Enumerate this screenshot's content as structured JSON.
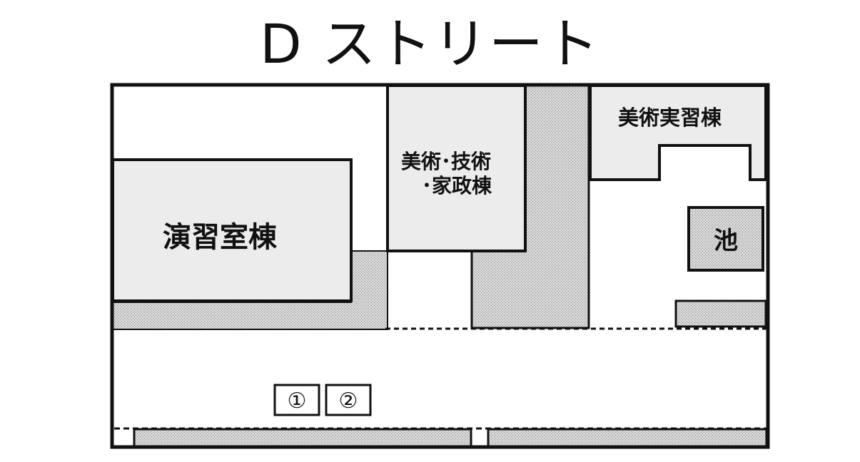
{
  "title": "D ストリート",
  "buildings": {
    "enshu": "演習室棟",
    "bijutsu_line1": "美術･技術",
    "bijutsu_line2": "･家政棟",
    "jisshu": "美術実習棟",
    "pond": "池"
  },
  "markers": [
    "①",
    "②"
  ],
  "colors": {
    "building_fill": "#ececec",
    "shade_fill": "#c4c4c4",
    "outline": "#111111",
    "background": "#ffffff"
  }
}
